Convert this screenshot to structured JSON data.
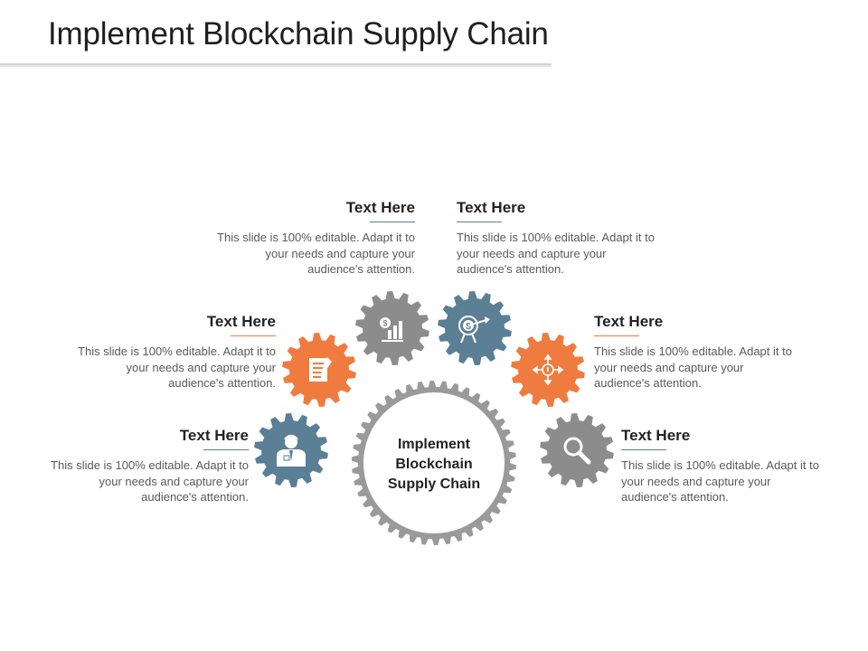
{
  "title": "Implement Blockchain Supply Chain",
  "center": {
    "label": "Implement Blockchain Supply Chain",
    "ring_color": "#9a9a9a"
  },
  "colors": {
    "gray": "#8c8c8c",
    "blue": "#5b7f95",
    "orange": "#f07b3f",
    "text": "#222222",
    "body": "#5a5a5a"
  },
  "items": [
    {
      "heading": "Text Here",
      "body": "This slide is 100% editable. Adapt it to your needs and capture your audience's attention.",
      "gear_color": "#5b7f95",
      "icon": "businessman-icon"
    },
    {
      "heading": "Text Here",
      "body": "This slide is 100% editable. Adapt it to your needs and capture your audience's attention.",
      "gear_color": "#f07b3f",
      "icon": "document-icon"
    },
    {
      "heading": "Text Here",
      "body": "This slide is 100% editable. Adapt it to your needs and capture your audience's attention.",
      "gear_color": "#8c8c8c",
      "icon": "growth-chart-icon"
    },
    {
      "heading": "Text Here",
      "body": "This slide is 100% editable. Adapt it to your needs and capture your audience's attention.",
      "gear_color": "#5b7f95",
      "icon": "dollar-target-icon"
    },
    {
      "heading": "Text Here",
      "body": "This slide is 100% editable. Adapt it to your needs and capture your audience's attention.",
      "gear_color": "#f07b3f",
      "icon": "directions-icon"
    },
    {
      "heading": "Text Here",
      "body": "This slide is 100% editable. Adapt it to your needs and capture your audience's attention.",
      "gear_color": "#8c8c8c",
      "icon": "magnifier-icon"
    }
  ]
}
